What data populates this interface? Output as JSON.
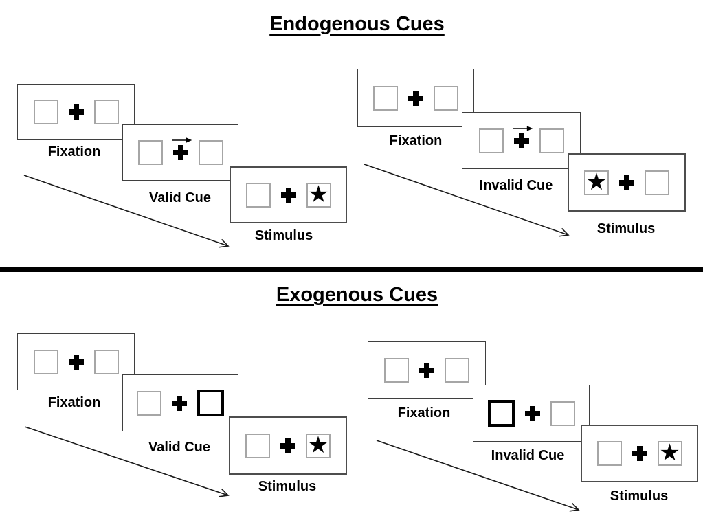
{
  "figure": {
    "background": "#ffffff",
    "divider_color": "#000000"
  },
  "colors": {
    "box_border_gray": "#a6a6a6",
    "cue_highlight_border": "#000000",
    "panel_border": "#3f3f3f",
    "arrow_color": "#1a1a1a"
  },
  "icons": {
    "star": "★",
    "cue_arrow_direction": "right"
  },
  "sections": [
    {
      "title": "Endogenous Cues",
      "trials": [
        {
          "name": "valid-trial",
          "frames": [
            {
              "label": "Fixation",
              "left_box": "empty",
              "center": "plus",
              "right_box": "empty"
            },
            {
              "label": "Valid Cue",
              "left_box": "empty",
              "center": "plus-with-right-arrow",
              "right_box": "empty"
            },
            {
              "label": "Stimulus",
              "left_box": "empty",
              "center": "plus",
              "right_box": "star"
            }
          ]
        },
        {
          "name": "invalid-trial",
          "frames": [
            {
              "label": "Fixation",
              "left_box": "empty",
              "center": "plus",
              "right_box": "empty"
            },
            {
              "label": "Invalid Cue",
              "left_box": "empty",
              "center": "plus-with-right-arrow",
              "right_box": "empty"
            },
            {
              "label": "Stimulus",
              "left_box": "star",
              "center": "plus",
              "right_box": "empty"
            }
          ]
        }
      ]
    },
    {
      "title": "Exogenous Cues",
      "trials": [
        {
          "name": "valid-trial",
          "frames": [
            {
              "label": "Fixation",
              "left_box": "empty",
              "center": "plus",
              "right_box": "empty"
            },
            {
              "label": "Valid Cue",
              "left_box": "empty",
              "center": "plus",
              "right_box": "highlighted"
            },
            {
              "label": "Stimulus",
              "left_box": "empty",
              "center": "plus",
              "right_box": "star"
            }
          ]
        },
        {
          "name": "invalid-trial",
          "frames": [
            {
              "label": "Fixation",
              "left_box": "highlighted-none",
              "center": "plus",
              "right_box": "empty"
            },
            {
              "label": "Invalid Cue",
              "left_box": "highlighted",
              "center": "plus",
              "right_box": "empty"
            },
            {
              "label": "Stimulus",
              "left_box": "empty",
              "center": "plus",
              "right_box": "star"
            }
          ]
        }
      ]
    }
  ]
}
